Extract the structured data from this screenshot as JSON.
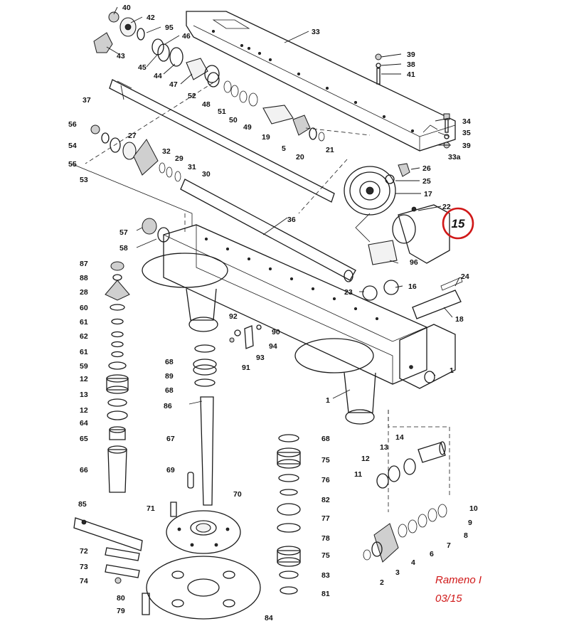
{
  "diagram": {
    "callout": "15",
    "reference_line1": "Rameno I",
    "reference_line2": "03/15",
    "accent_color": "#d01818",
    "part_numbers": {
      "p40": "40",
      "p42": "42",
      "p95": "95",
      "p46": "46",
      "p43": "43",
      "p45": "45",
      "p44": "44",
      "p47": "47",
      "p52": "52",
      "p48": "48",
      "p51": "51",
      "p50": "50",
      "p49": "49",
      "p19": "19",
      "p5": "5",
      "p20": "20",
      "p21": "21",
      "p33": "33",
      "p39a": "39",
      "p38": "38",
      "p41": "41",
      "p34": "34",
      "p35": "35",
      "p39b": "39",
      "p33a": "33a",
      "p37": "37",
      "p56": "56",
      "p27": "27",
      "p54": "54",
      "p55": "55",
      "p53": "53",
      "p32": "32",
      "p29": "29",
      "p31": "31",
      "p30": "30",
      "p26": "26",
      "p25": "25",
      "p17": "17",
      "p22": "22",
      "p96": "96",
      "p16": "16",
      "p23": "23",
      "p24": "24",
      "p18": "18",
      "p36": "36",
      "p57": "57",
      "p58": "58",
      "p87": "87",
      "p88": "88",
      "p28": "28",
      "p60": "60",
      "p61a": "61",
      "p62": "62",
      "p61b": "61",
      "p59": "59",
      "p12a": "12",
      "p13a": "13",
      "p12b": "12",
      "p64": "64",
      "p65": "65",
      "p66": "66",
      "p92": "92",
      "p90": "90",
      "p94": "94",
      "p93": "93",
      "p91": "91",
      "p68a": "68",
      "p89": "89",
      "p68b": "68",
      "p86": "86",
      "p1a": "1",
      "p1b": "1",
      "p67": "67",
      "p69": "69",
      "p70": "70",
      "p71": "71",
      "p85": "85",
      "p72": "72",
      "p73": "73",
      "p74": "74",
      "p80": "80",
      "p79": "79",
      "p84": "84",
      "p68c": "68",
      "p75a": "75",
      "p76": "76",
      "p82": "82",
      "p77": "77",
      "p78": "78",
      "p75b": "75",
      "p83": "83",
      "p81": "81",
      "p14": "14",
      "p13b": "13",
      "p12c": "12",
      "p11": "11",
      "p10": "10",
      "p9": "9",
      "p8": "8",
      "p7": "7",
      "p6": "6",
      "p4": "4",
      "p3": "3",
      "p2": "2"
    }
  }
}
